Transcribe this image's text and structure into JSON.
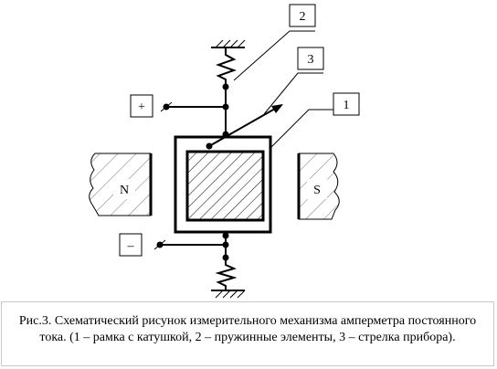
{
  "labels": {
    "callout_1": "1",
    "callout_2": "2",
    "callout_3": "3",
    "plus": "+",
    "minus": "–",
    "north": "N",
    "south": "S"
  },
  "caption": "Рис.3. Схематический  рисунок измерительного механизма амперметра постоянного тока. (1 – рамка с катушкой, 2 – пружинные элементы, 3 – стрелка прибора)."
}
